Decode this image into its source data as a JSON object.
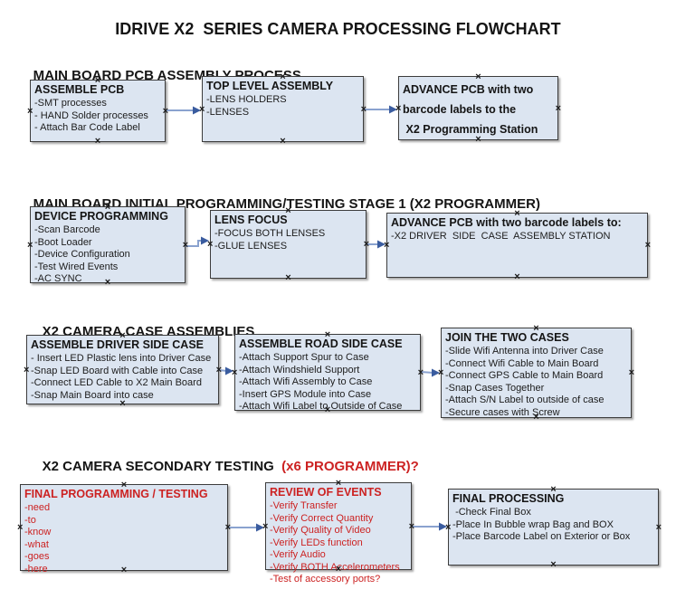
{
  "page_title": "IDRIVE X2  SERIES CAMERA PROCESSING FLOWCHART",
  "colors": {
    "box_fill": "#dce5f1",
    "box_border": "#3c3c3c",
    "box_shadow": "#a8a8a8",
    "arrow_line": "#8aa2cf",
    "arrow_head": "#3a5c9f",
    "red_text": "#cc2222",
    "black_text": "#151515"
  },
  "icons": {
    "connection_point": "×"
  },
  "sections": [
    {
      "heading": "MAIN BOARD PCB ASSEMBLY PROCESS",
      "boxes": [
        {
          "title": "ASSEMBLE PCB",
          "items": [
            "-SMT processes",
            "- HAND Solder processes",
            "- Attach Bar Code Label"
          ]
        },
        {
          "title": "TOP LEVEL ASSEMBLY",
          "items": [
            "-LENS HOLDERS",
            "-LENSES"
          ]
        },
        {
          "title": "ADVANCE PCB with two\nbarcode labels to the\n X2 Programming Station",
          "items": []
        }
      ]
    },
    {
      "heading": "MAIN BOARD INITIAL PROGRAMMING/TESTING STAGE 1 (X2 PROGRAMMER)",
      "boxes": [
        {
          "title": "DEVICE PROGRAMMING",
          "items": [
            "-Scan Barcode",
            "-Boot Loader",
            "-Device Configuration",
            "-Test Wired Events",
            "-AC SYNC"
          ]
        },
        {
          "title": "LENS FOCUS",
          "items": [
            "-FOCUS BOTH LENSES",
            "-GLUE LENSES"
          ]
        },
        {
          "title": "ADVANCE PCB with two barcode labels to:",
          "items": [
            "-X2 DRIVER  SIDE  CASE  ASSEMBLY STATION"
          ]
        }
      ]
    },
    {
      "heading": "X2 CAMERA CASE ASSEMBLIES",
      "boxes": [
        {
          "title": "ASSEMBLE DRIVER SIDE CASE",
          "items": [
            "- Insert LED Plastic lens into Driver Case",
            "-Snap LED Board with Cable into Case",
            "-Connect LED Cable to X2 Main Board",
            "-Snap Main Board into case"
          ]
        },
        {
          "title": "ASSEMBLE ROAD SIDE CASE",
          "items": [
            "-Attach Support Spur to Case",
            "-Attach Windshield Support",
            "-Attach Wifi Assembly to Case",
            "-Insert GPS Module into Case",
            "-Attach Wifi Label to Outside of Case"
          ]
        },
        {
          "title": "JOIN THE TWO CASES",
          "items": [
            "-Slide Wifi Antenna into Driver Case",
            "-Connect Wifi Cable to Main Board",
            "-Connect GPS Cable to Main Board",
            "-Snap Cases Together",
            "-Attach S/N Label to outside of case",
            "-Secure cases with Screw"
          ]
        }
      ]
    },
    {
      "heading": "X2 CAMERA SECONDARY TESTING  ",
      "heading_highlight": "(x6 PROGRAMMER)?",
      "boxes": [
        {
          "title": "FINAL PROGRAMMING / TESTING",
          "items": [
            "-need",
            "-to",
            "-know",
            "-what",
            "-goes",
            "-here"
          ]
        },
        {
          "title": "REVIEW OF EVENTS",
          "items": [
            "-Verify Transfer",
            "-Verify Correct Quantity",
            "-Verify Quality of Video",
            "-Verify LEDs function",
            "-Verify Audio",
            "-Verify BOTH Accelerometers",
            "-Test of accessory ports?"
          ]
        },
        {
          "title": "FINAL PROCESSING",
          "items": [
            " -Check Final Box",
            "-Place In Bubble wrap Bag and BOX",
            "-Place Barcode Label on Exterior or Box"
          ]
        }
      ]
    }
  ]
}
